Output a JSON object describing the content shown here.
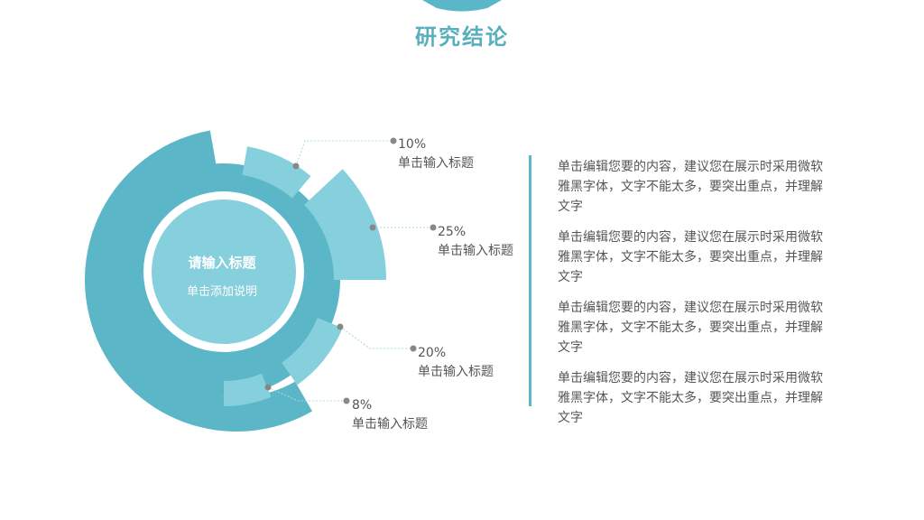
{
  "title": "研究结论",
  "colors": {
    "accent": "#5bb7c7",
    "accent_light": "#86cfdc",
    "title": "#5aafbf",
    "text": "#555555",
    "dot": "#888888",
    "leader": "#a9d8e1"
  },
  "center": {
    "title": "请输入标题",
    "subtitle": "单击添加说明"
  },
  "callouts": [
    {
      "percent": "10%",
      "label": "单击输入标题"
    },
    {
      "percent": "25%",
      "label": "单击输入标题"
    },
    {
      "percent": "20%",
      "label": "单击输入标题"
    },
    {
      "percent": "8%",
      "label": "单击输入标题"
    }
  ],
  "paragraphs": [
    "单击编辑您要的内容，建议您在展示时采用微软雅黑字体，文字不能太多，要突出重点，并理解文字",
    "单击编辑您要的内容，建议您在展示时采用微软雅黑字体，文字不能太多，要突出重点，并理解文字",
    "单击编辑您要的内容，建议您在展示时采用微软雅黑字体，文字不能太多，要突出重点，并理解文字",
    "单击编辑您要的内容，建议您在展示时采用微软雅黑字体，文字不能太多，要突出重点，并理解文字"
  ]
}
